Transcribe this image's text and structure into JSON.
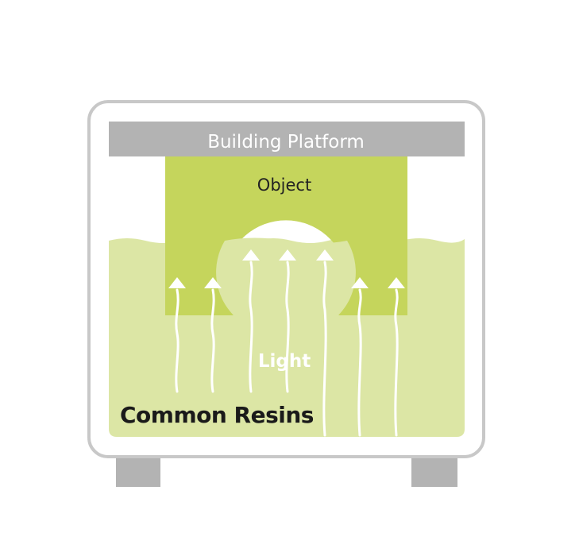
{
  "labels": {
    "platform": "Building Platform",
    "object": "Object",
    "light": "Light",
    "resin": "Common Resins"
  },
  "colors": {
    "frame": "#c8c8c8",
    "platform": "#b3b3b3",
    "object": "#c5d55c",
    "resin": "#dce6a5",
    "resin_edge": "#d3e092",
    "arrows": "#ffffff",
    "text_dark": "#1a1a1a"
  }
}
